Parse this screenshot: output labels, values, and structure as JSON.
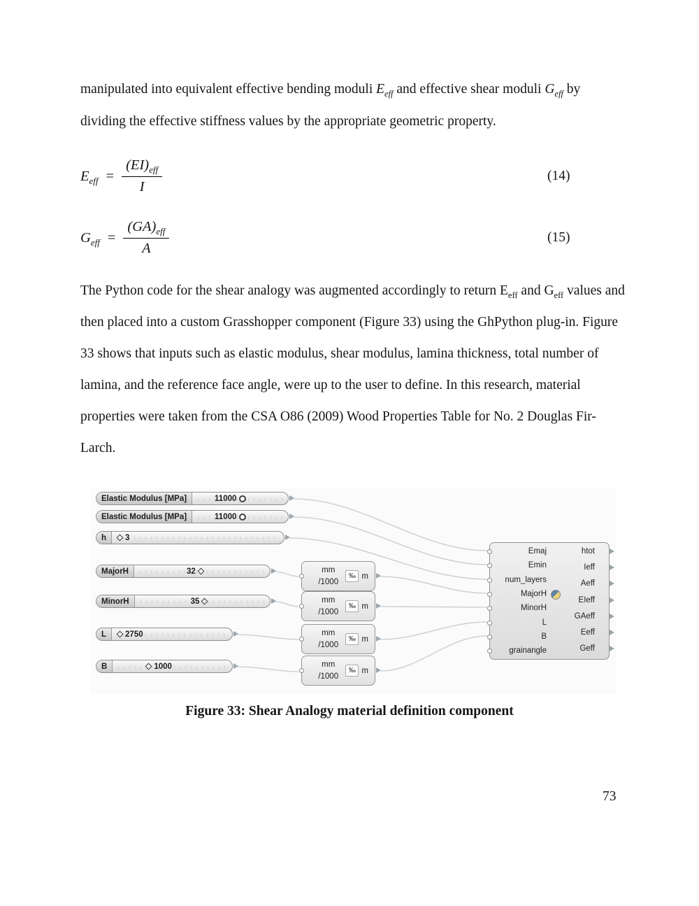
{
  "page": {
    "number": "73"
  },
  "content": {
    "p1": [
      {
        "t": "manipulated into equivalent effective bending moduli "
      },
      {
        "t": "E"
      },
      {
        "t": "eff"
      },
      {
        "t": " and effective shear moduli "
      },
      {
        "t": "G"
      },
      {
        "t": "eff"
      },
      {
        "t": " by dividing the effective stiffness values by the appropriate geometric property."
      }
    ],
    "p2": [
      {
        "t": "The Python code for the shear analogy was augmented accordingly to return E"
      },
      {
        "t": "eff"
      },
      {
        "t": " and G"
      },
      {
        "t": "eff"
      },
      {
        "t": " values and then placed into a custom Grasshopper component (Figure 33) using the GhPython plug-in. Figure 33 shows that inputs such as elastic modulus, shear modulus, lamina thickness, total number of lamina, and the reference face angle, were up to the user to define. In this research, material properties were taken from the CSA O86 (2009) Wood Properties Table for No. 2 Douglas Fir-Larch."
      }
    ],
    "caption": "Figure 33: Shear Analogy material definition component"
  },
  "equations": {
    "eq14": {
      "lhs": "E",
      "lhs_sub": "eff",
      "sign": "=",
      "num": "(EI)",
      "num_sub": "eff",
      "den": "I",
      "tag": "(14)"
    },
    "eq15": {
      "lhs": "G",
      "lhs_sub": "eff",
      "sign": "=",
      "num": "(GA)",
      "num_sub": "eff",
      "den": "A",
      "tag": "(15)"
    }
  },
  "figure": {
    "sliders": [
      {
        "label": "Elastic Modulus [MPa]",
        "value": "11000"
      },
      {
        "label": "Elastic Modulus [MPa]",
        "value": "11000"
      },
      {
        "label": "h",
        "value": "3"
      },
      {
        "label": "MajorH",
        "value": "32"
      },
      {
        "label": "MinorH",
        "value": "35"
      },
      {
        "label": "L",
        "value": "2750"
      },
      {
        "label": "B",
        "value": "1000"
      }
    ],
    "converter": {
      "top": "mm",
      "bottom": "/1000",
      "icon": "‰",
      "suffix": "m"
    },
    "component": {
      "inputs": [
        "Emaj",
        "Emin",
        "num_layers",
        "MajorH",
        "MinorH",
        "L",
        "B",
        "grainangle"
      ],
      "outputs": [
        "htot",
        "Ieff",
        "Aeff",
        "EIeff",
        "GAeff",
        "Eeff",
        "Geff"
      ]
    }
  }
}
